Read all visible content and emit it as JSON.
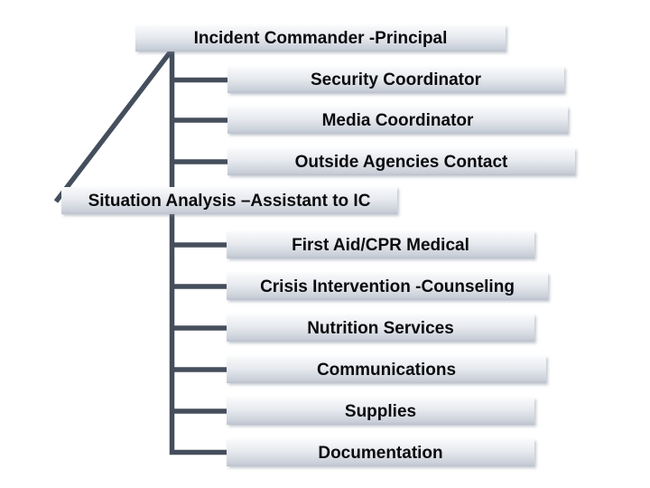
{
  "colors": {
    "connector": "#454e5c",
    "box_gradient_top": "#f8f9fb",
    "box_gradient_bottom": "#bbc2cd",
    "text": "#0b0b0d",
    "background": "#ffffff"
  },
  "org_chart": {
    "type": "org-hierarchy",
    "root_label": "Incident Commander -Principal",
    "assistant_label": "Situation Analysis –Assistant to IC"
  },
  "nodes": [
    {
      "label": "Incident Commander -Principal",
      "role": "root"
    },
    {
      "label": "Security Coordinator",
      "role": "subordinate"
    },
    {
      "label": "Media Coordinator",
      "role": "subordinate"
    },
    {
      "label": "Outside Agencies Contact",
      "role": "subordinate"
    },
    {
      "label": "Situation Analysis –Assistant to IC",
      "role": "assistant-to-ic"
    },
    {
      "label": "First Aid/CPR Medical",
      "role": "subordinate"
    },
    {
      "label": "Crisis Intervention -Counseling",
      "role": "subordinate"
    },
    {
      "label": "Nutrition Services",
      "role": "subordinate"
    },
    {
      "label": "Communications",
      "role": "subordinate"
    },
    {
      "label": "Supplies",
      "role": "subordinate"
    },
    {
      "label": "Documentation",
      "role": "subordinate"
    }
  ]
}
